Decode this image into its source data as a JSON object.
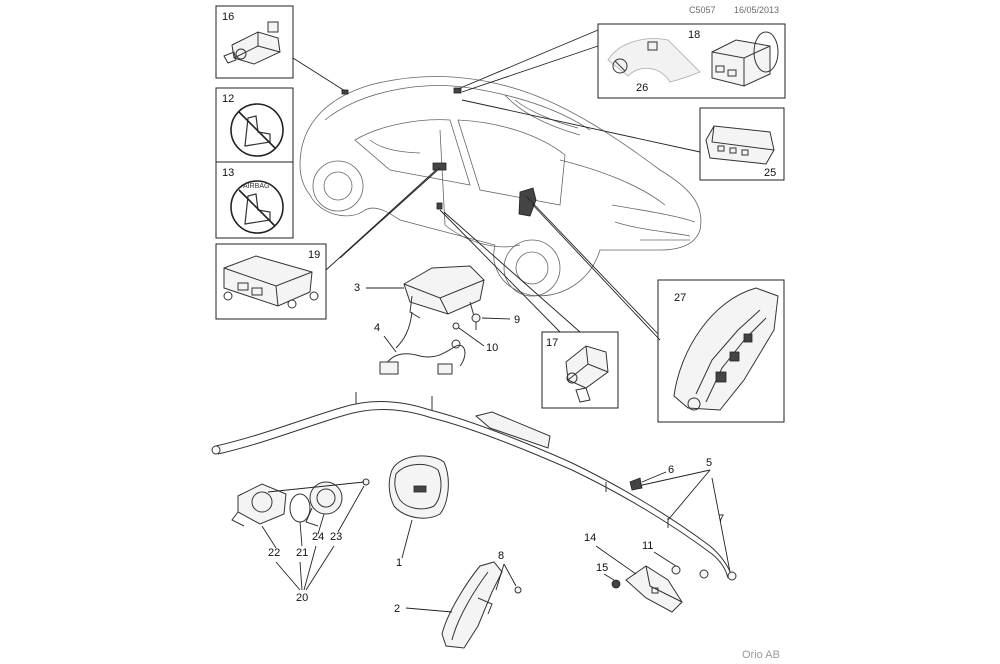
{
  "header": {
    "code": "C5057",
    "date": "16/05/2013"
  },
  "footer": {
    "brand": "Orio AB"
  },
  "callouts": {
    "c1": "1",
    "c2": "2",
    "c3": "3",
    "c4": "4",
    "c5": "5",
    "c6": "6",
    "c7": "7",
    "c8": "8",
    "c9": "9",
    "c10": "10",
    "c11": "11",
    "c12": "12",
    "c13": "13",
    "c14": "14",
    "c15": "15",
    "c16": "16",
    "c17": "17",
    "c18": "18",
    "c19": "19",
    "c20": "20",
    "c21": "21",
    "c22": "22",
    "c23": "23",
    "c24": "24",
    "c25": "25",
    "c26": "26",
    "c27": "27"
  },
  "labels": {
    "airbag_text": "AIRBAG"
  },
  "icons": [
    "seat-no-airbag-icon",
    "seat-airbag-warning-icon",
    "crossed-circle-icon",
    "indicator-icon"
  ]
}
